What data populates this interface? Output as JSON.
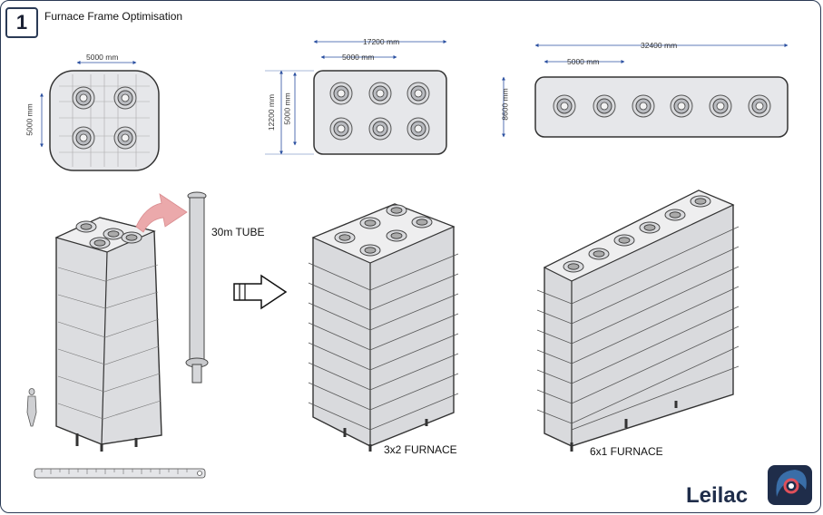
{
  "header": {
    "number": "1",
    "title": "Furnace Frame Optimisation"
  },
  "plan_single": {
    "width_dim": "5000 mm",
    "height_dim": "5000 mm"
  },
  "plan_3x2": {
    "overall_width": "17200 mm",
    "module_width": "5000 mm",
    "overall_height": "12200 mm",
    "module_height": "5000 mm"
  },
  "plan_6x1": {
    "overall_width": "32400 mm",
    "module_width": "5000 mm",
    "overall_height": "8600 mm"
  },
  "labels": {
    "tube": "30m TUBE",
    "furnace_3x2": "3x2 FURNACE",
    "furnace_6x1": "6x1 FURNACE"
  },
  "brand": {
    "name": "Leilac",
    "primary_color": "#1f2d4a",
    "accent_color": "#e0505a"
  }
}
